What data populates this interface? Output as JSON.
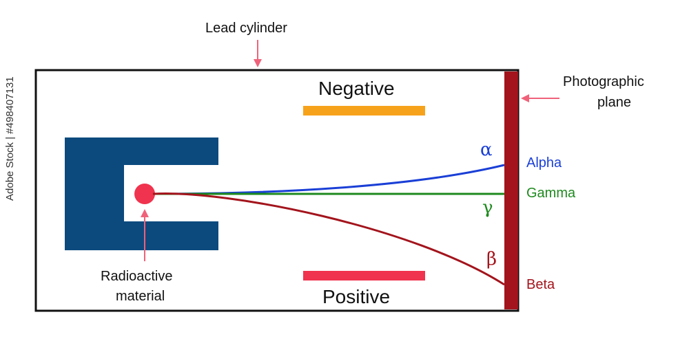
{
  "labels": {
    "lead_cylinder": "Lead cylinder",
    "photographic_plane_line1": "Photographic",
    "photographic_plane_line2": "plane",
    "negative": "Negative",
    "positive": "Positive",
    "radioactive_line1": "Radioactive",
    "radioactive_line2": "material"
  },
  "rays": {
    "alpha": {
      "symbol": "α",
      "name": "Alpha",
      "color": "#1a3fd6"
    },
    "gamma": {
      "symbol": "γ",
      "name": "Gamma",
      "color": "#1e8a1e"
    },
    "beta": {
      "symbol": "β",
      "name": "Beta",
      "color": "#a3141c"
    }
  },
  "colors": {
    "lead_block": "#0c4a7e",
    "source": "#f0334e",
    "negative_plate": "#f7a21b",
    "positive_plate": "#f0334e",
    "plane": "#a3141c",
    "pointer": "#f0627a"
  },
  "watermark": "Adobe Stock | #498407131"
}
